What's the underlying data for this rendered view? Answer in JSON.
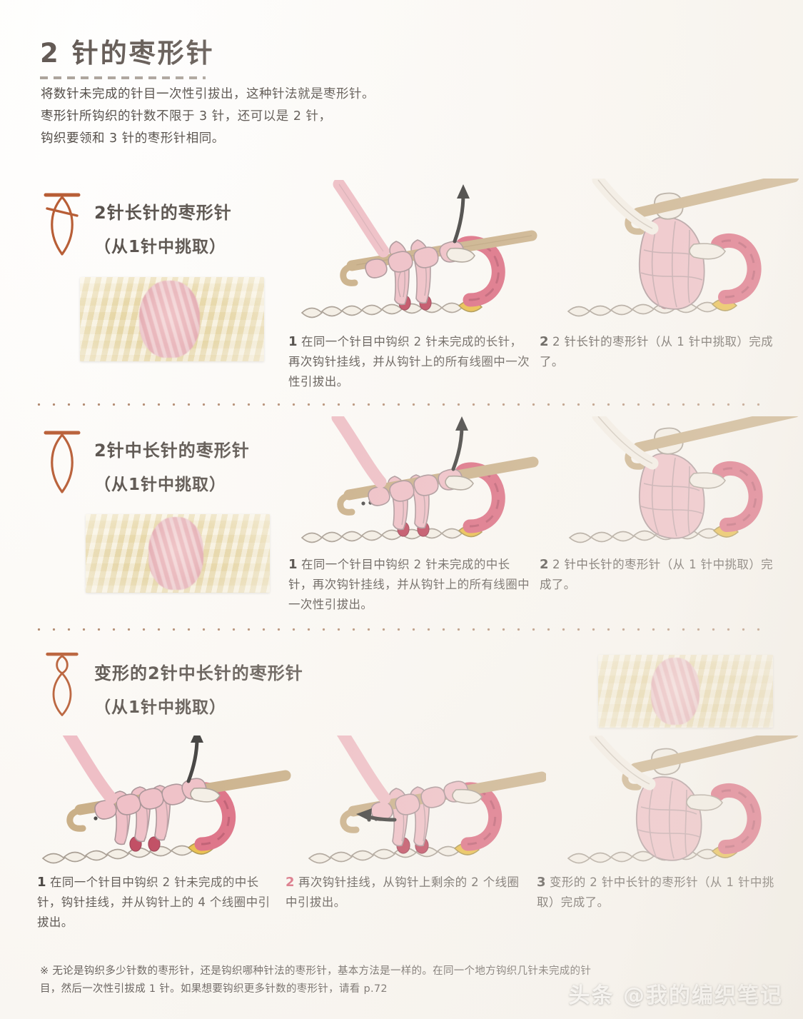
{
  "page": {
    "title": "2 针的枣形针",
    "intro": [
      "将数针未完成的针目一次性引拔出，这种针法就是枣形针。",
      "枣形针所钩织的针数不限于 3 针，还可以是 2 针，",
      "钩织要领和 3 针的枣形针相同。"
    ],
    "footnote": "※ 无论是钩织多少针数的枣形针，还是钩织哪种针法的枣形针，基本方法是一样的。在同一个地方钩织几针未完成的针目，然后一次性引拔成 1 针。如果想要钩织更多针数的枣形针，请看 p.72",
    "watermark": "头条 @我的编织笔记"
  },
  "colors": {
    "title": "#5e5550",
    "symbol": "#b4542a",
    "divider_dot": "#9c6a4a",
    "yarn_pink": "#eeb6c0",
    "yarn_pink_dark": "#d76a85",
    "yarn_cream": "#f2ece1",
    "hook_tan": "#c2a477",
    "accent_yellow": "#e8b427",
    "accent_crimson": "#c02a4a",
    "caption_num_pink": "#d4576f"
  },
  "sections": [
    {
      "id": "double-crochet-bobble",
      "symbol": {
        "name": "bobble-2dc-symbol",
        "type": "bobble-with-slashes",
        "slashes": 1
      },
      "label_line1": "2针长针的枣形针",
      "label_line2": "（从1针中挑取）",
      "swatch": {
        "name": "swatch-photo-2dc-bobble",
        "alt": "米色钩织样片，中央为粉色枣形针"
      },
      "steps": [
        {
          "num": "1",
          "num_color": "dark",
          "text": "在同一个针目中钩织 2 针未完成的长针，再次钩针挂线，并从钩针上的所有线圈中一次性引拔出。",
          "illustration": "hook-with-two-unfinished-dc"
        },
        {
          "num": "2",
          "num_color": "dark",
          "text": "2 针长针的枣形针（从 1 针中挑取）完成了。",
          "illustration": "finished-2dc-bobble"
        }
      ]
    },
    {
      "id": "half-double-crochet-bobble",
      "symbol": {
        "name": "bobble-2hdc-symbol",
        "type": "bobble-plain",
        "slashes": 0
      },
      "label_line1": "2针中长针的枣形针",
      "label_line2": "（从1针中挑取）",
      "swatch": {
        "name": "swatch-photo-2hdc-bobble",
        "alt": "米色钩织样片，中央为粉色中长针枣形针"
      },
      "steps": [
        {
          "num": "1",
          "num_color": "dark",
          "text": "在同一个针目中钩织 2 针未完成的中长针，再次钩针挂线，并从钩针上的所有线圈中一次性引拔出。",
          "illustration": "hook-with-two-unfinished-hdc"
        },
        {
          "num": "2",
          "num_color": "dark",
          "text": "2 针中长针的枣形针（从 1 针中挑取）完成了。",
          "illustration": "finished-2hdc-bobble"
        }
      ]
    },
    {
      "id": "modified-half-double-crochet-bobble",
      "symbol": {
        "name": "bobble-modified-2hdc-symbol",
        "type": "bobble-with-loop",
        "slashes": 0
      },
      "label_line1": "变形的2针中长针的枣形针",
      "label_line2": "（从1针中挑取）",
      "swatch": {
        "name": "swatch-photo-modified-2hdc-bobble",
        "alt": "米色钩织样片，中央为粉色变形中长针枣形针"
      },
      "steps": [
        {
          "num": "1",
          "num_color": "dark",
          "text": "在同一个针目中钩织 2 针未完成的中长针，钩针挂线，并从钩针上的 4 个线圈中引拔出。",
          "illustration": "hook-with-four-loops"
        },
        {
          "num": "2",
          "num_color": "pink",
          "text": "再次钩针挂线，从钩针上剩余的 2 个线圈中引拔出。",
          "illustration": "hook-pull-through-two-loops"
        },
        {
          "num": "3",
          "num_color": "dark",
          "text": "变形的 2 针中长针的枣形针（从 1 针中挑取）完成了。",
          "illustration": "finished-modified-bobble"
        }
      ]
    }
  ]
}
